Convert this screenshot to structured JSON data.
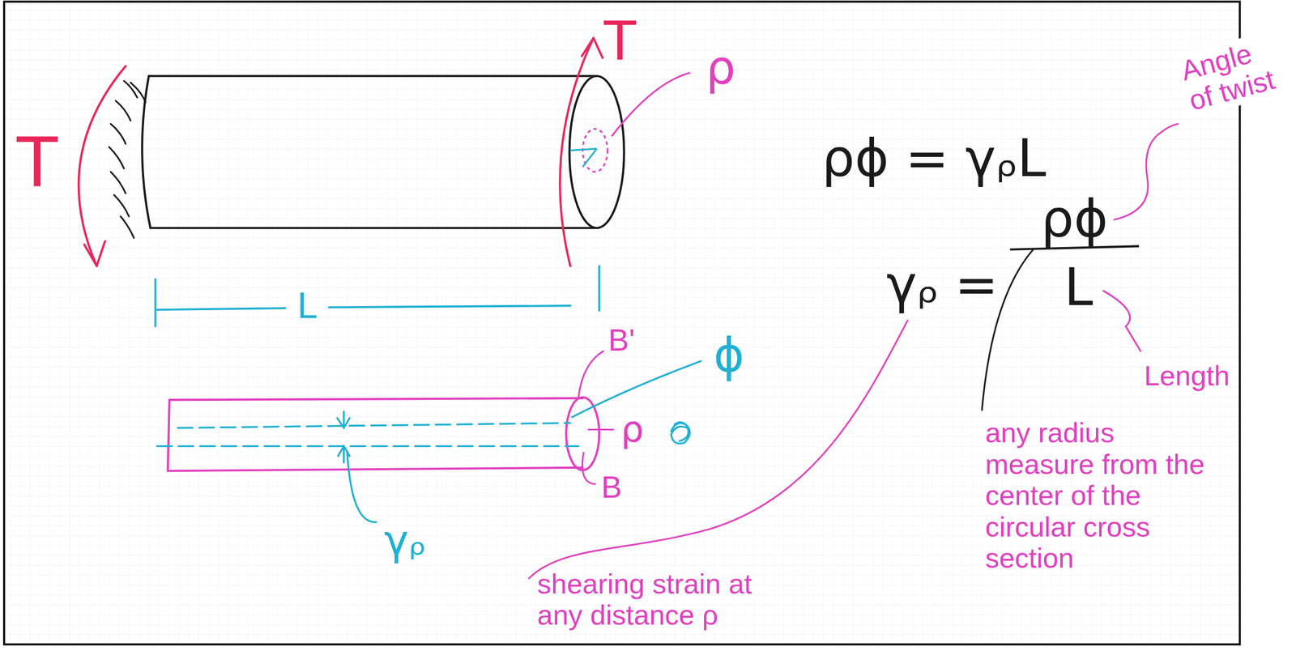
{
  "diagram": {
    "labels": [
      "T",
      "T",
      "ρ",
      "L",
      "B'",
      "ϕ",
      "ρ",
      "B",
      "γᵨ",
      "ρϕ = γᵨL",
      "γᵨ =",
      "ρϕ",
      "L",
      "Angle of twist",
      "Length",
      "any radius measure from the center of the circular cross section",
      "shearing strain at any distance ρ"
    ]
  }
}
